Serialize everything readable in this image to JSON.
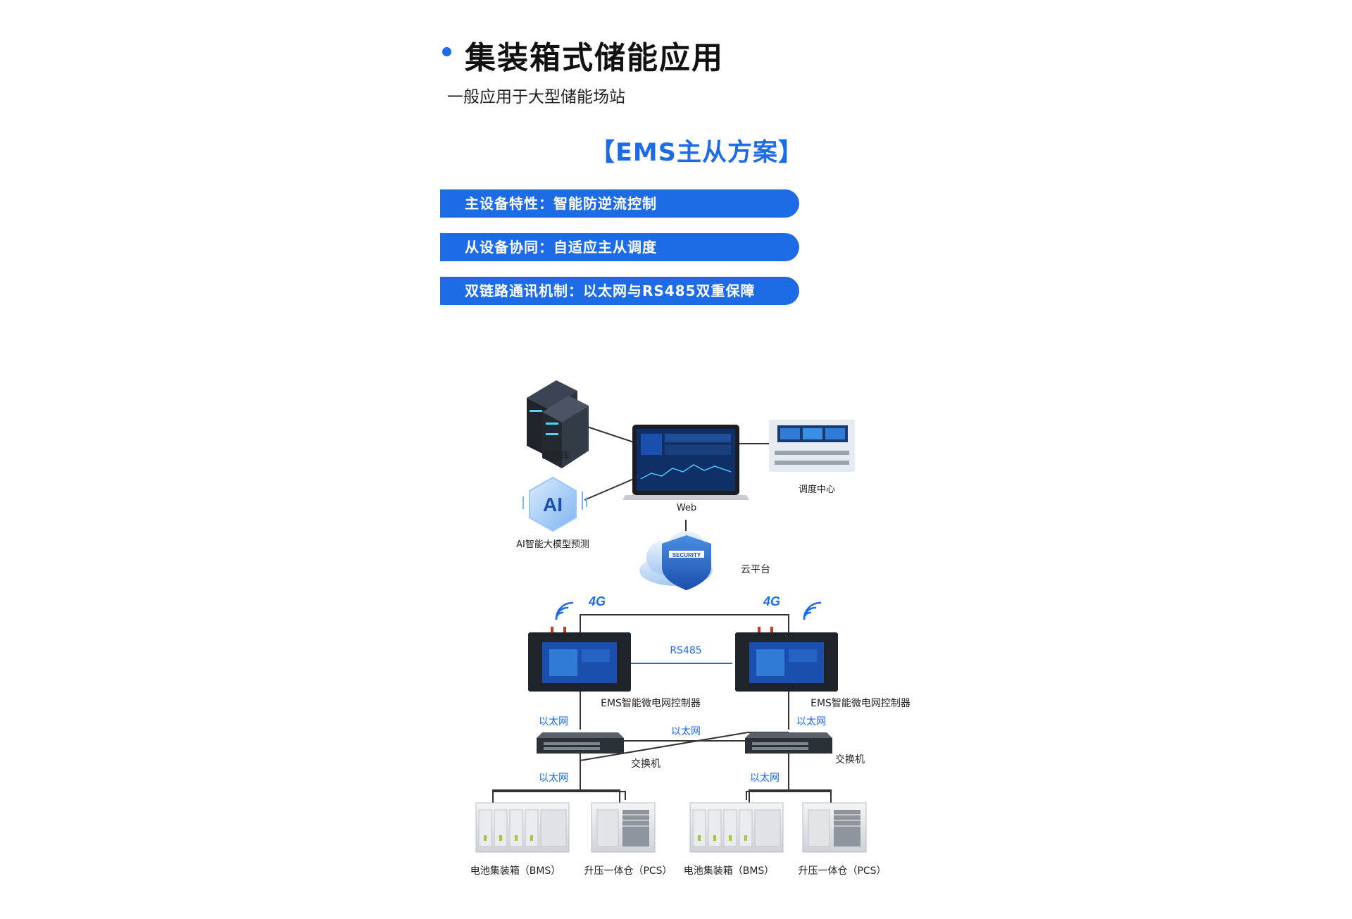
{
  "header": {
    "title": "集装箱式储能应用",
    "subtitle": "一般应用于大型储能场站",
    "scheme_title": "【EMS主从方案】"
  },
  "features": [
    "主设备特性：智能防逆流控制",
    "从设备协同：自适应主从调度",
    "双链路通讯机制：以太网与RS485双重保障"
  ],
  "diagram": {
    "database": "数据库",
    "ai": "AI智能大模型预测",
    "ai_badge": "AI",
    "web": "Web",
    "dispatch": "调度中心",
    "cloud": "云平台",
    "security": "SECURITY",
    "signal_4g_left": "4G",
    "signal_4g_right": "4G",
    "rs485": "RS485",
    "controller_left": "EMS智能微电网控制器",
    "controller_right": "EMS智能微电网控制器",
    "eth_left_top": "以太网",
    "eth_middle": "以太网",
    "eth_right_top": "以太网",
    "switch_left": "交换机",
    "switch_right": "交换机",
    "eth_left_bottom": "以太网",
    "eth_right_bottom": "以太网",
    "bms_left": "电池集装箱（BMS）",
    "pcs_left": "升压一体仓（PCS）",
    "bms_right": "电池集装箱（BMS）",
    "pcs_right": "升压一体仓（PCS）"
  },
  "colors": {
    "accent": "#1e6be6",
    "device_dark": "#1f242b",
    "screen": "#1b4fae"
  }
}
